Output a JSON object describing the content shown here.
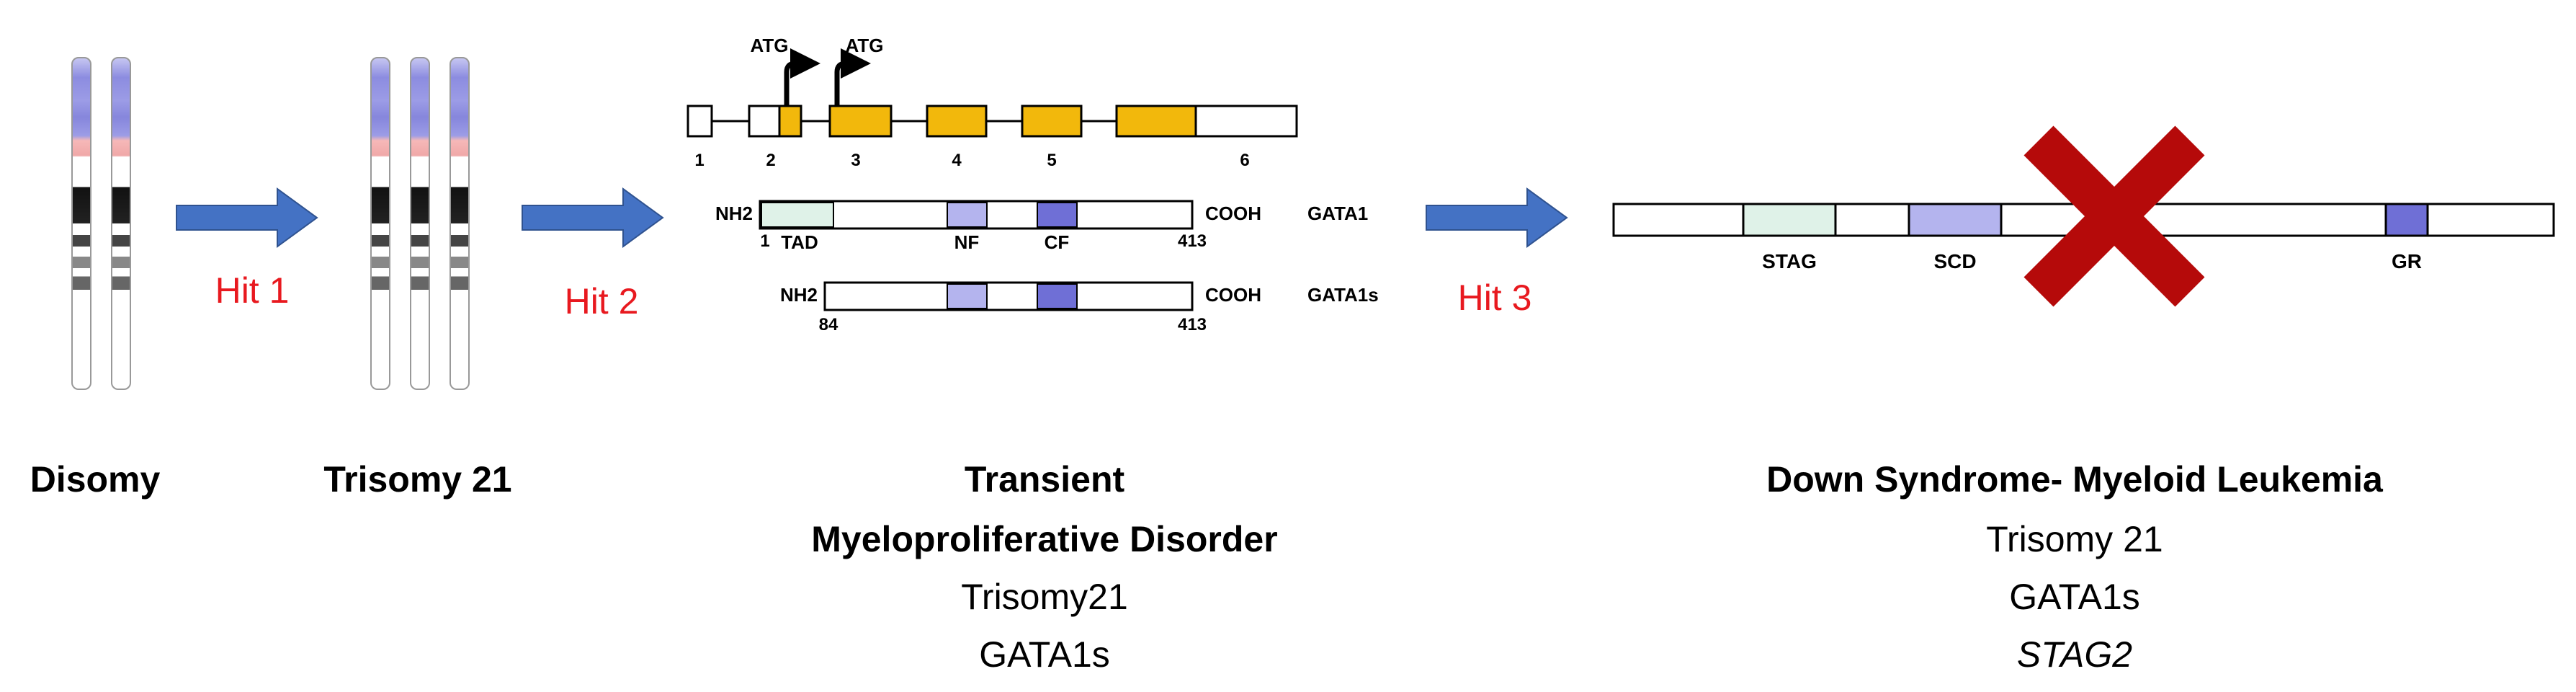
{
  "hits": {
    "hit1": "Hit 1",
    "hit2": "Hit 2",
    "hit3": "Hit 3"
  },
  "stages": {
    "disomy": {
      "title": "Disomy"
    },
    "trisomy": {
      "title": "Trisomy 21"
    },
    "tmd": {
      "title_line1": "Transient",
      "title_line2": "Myeloproliferative Disorder",
      "line3": "Trisomy21",
      "line4": "GATA1s"
    },
    "dsml": {
      "title": "Down Syndrome- Myeloid Leukemia",
      "line2": "Trisomy 21",
      "line3": "GATA1s",
      "line4": "STAG2"
    }
  },
  "gene": {
    "atg1": "ATG",
    "atg2": "ATG",
    "exon_labels": [
      "1",
      "2",
      "3",
      "4",
      "5",
      "6"
    ]
  },
  "gata1": {
    "nh2": "NH2",
    "cooh": "COOH",
    "name": "GATA1",
    "start": "1",
    "end": "413",
    "domains": [
      "TAD",
      "NF",
      "CF"
    ]
  },
  "gata1s": {
    "nh2": "NH2",
    "cooh": "COOH",
    "name": "GATA1s",
    "start": "84",
    "end": "413"
  },
  "stag2": {
    "domains": [
      "STAG",
      "SCD",
      "GR"
    ]
  },
  "colors": {
    "arrow": "#4472C4",
    "hit_text": "#E8191F",
    "exon": "#F2B80C",
    "tad": "#DFF2E8",
    "nf": "#B4B4EE",
    "cf": "#6F6FD6",
    "cross": "#B50A0A",
    "chrom_blue": "#8C8CE0",
    "chrom_pink": "#F0B0B0"
  }
}
